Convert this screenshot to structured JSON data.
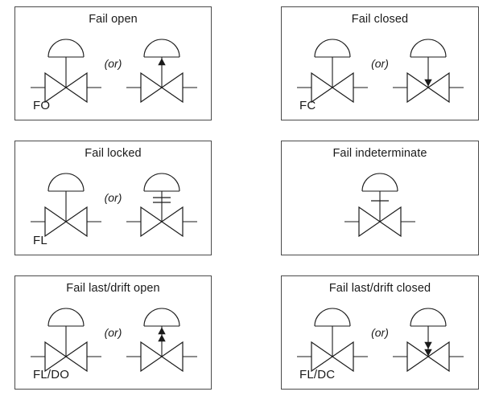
{
  "diagram": {
    "title_visible": false,
    "stroke_color": "#1a1a1a",
    "border_color": "#4a4a4a",
    "background": "#ffffff",
    "or_text": "(or)",
    "panels": [
      {
        "id": "fail-open",
        "title": "Fail open",
        "abbr": "FO",
        "has_or": true,
        "variants": [
          {
            "stem": "plain",
            "arrow": "none"
          },
          {
            "stem": "plain",
            "arrow": "up-single"
          }
        ]
      },
      {
        "id": "fail-closed",
        "title": "Fail closed",
        "abbr": "FC",
        "has_or": true,
        "variants": [
          {
            "stem": "plain",
            "arrow": "none"
          },
          {
            "stem": "plain",
            "arrow": "down-single"
          }
        ]
      },
      {
        "id": "fail-locked",
        "title": "Fail locked",
        "abbr": "FL",
        "has_or": true,
        "variants": [
          {
            "stem": "plain",
            "arrow": "none"
          },
          {
            "stem": "double-bar",
            "arrow": "none"
          }
        ]
      },
      {
        "id": "fail-indeterminate",
        "title": "Fail indeterminate",
        "abbr": "",
        "has_or": false,
        "variants": [
          {
            "stem": "single-bar",
            "arrow": "none"
          }
        ]
      },
      {
        "id": "fail-last-drift-open",
        "title": "Fail last/drift open",
        "abbr": "FL/DO",
        "has_or": true,
        "variants": [
          {
            "stem": "plain",
            "arrow": "none"
          },
          {
            "stem": "plain",
            "arrow": "up-double"
          }
        ]
      },
      {
        "id": "fail-last-drift-closed",
        "title": "Fail last/drift closed",
        "abbr": "FL/DC",
        "has_or": true,
        "variants": [
          {
            "stem": "plain",
            "arrow": "none"
          },
          {
            "stem": "plain",
            "arrow": "down-double"
          }
        ]
      }
    ]
  }
}
